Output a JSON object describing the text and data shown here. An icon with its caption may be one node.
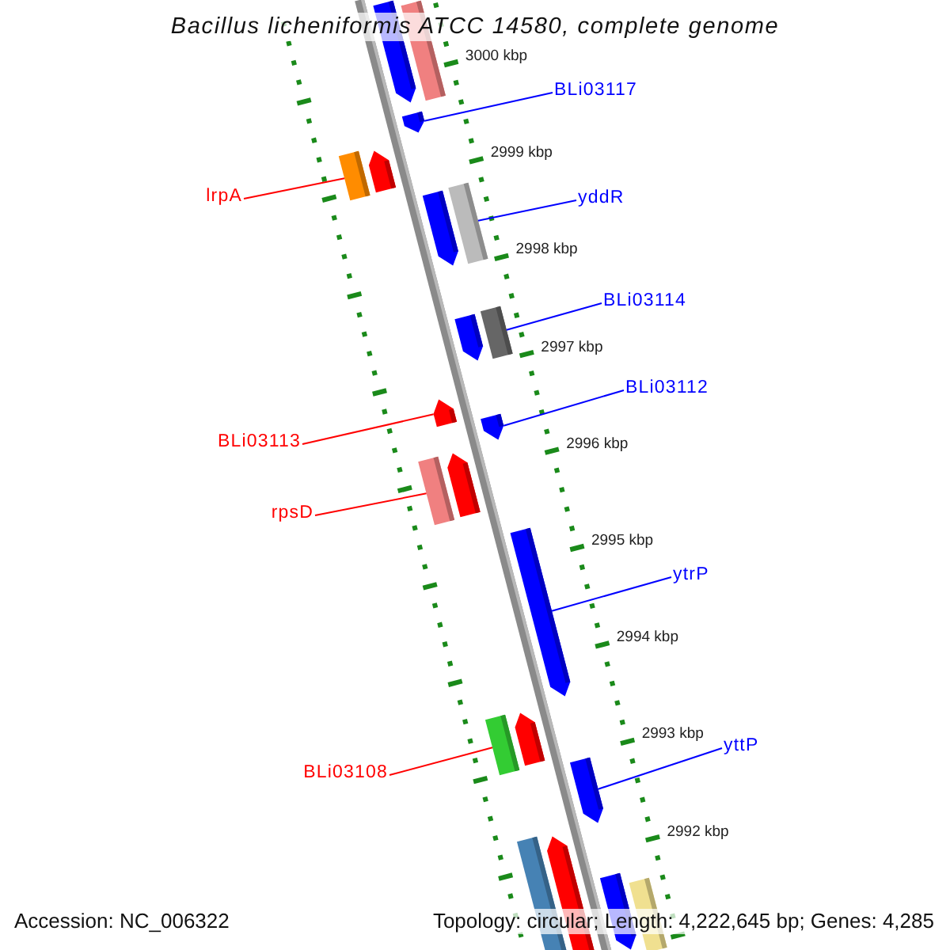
{
  "diagram": {
    "title": "Bacillus licheniformis ATCC 14580, complete genome",
    "nodes": [
      {
        "text": [
          "BLi03117"
        ]
      },
      {
        "text": [
          "lrpA"
        ]
      },
      {
        "text": [
          "yddR"
        ]
      },
      {
        "text": [
          "BLi03114"
        ]
      },
      {
        "text": [
          "BLi03112"
        ]
      },
      {
        "text": [
          "BLi03113"
        ]
      },
      {
        "text": [
          "rpsD"
        ]
      },
      {
        "text": [
          "ytrP"
        ]
      },
      {
        "text": [
          "yttP"
        ]
      },
      {
        "text": [
          "BLi03108"
        ]
      },
      {
        "text": [],
        "shape": "pentagon"
      },
      {
        "text": [],
        "shape": "bar"
      },
      {
        "text": [],
        "shape": "pentagon"
      },
      {
        "text": [],
        "shape": "pentagon"
      },
      {
        "text": [],
        "shape": "bar"
      },
      {
        "text": [],
        "shape": "bar"
      },
      {
        "text": [],
        "shape": "pentagon"
      },
      {
        "text": [],
        "shape": "bar"
      },
      {
        "text": [],
        "shape": "pentagon"
      },
      {
        "text": [],
        "shape": "pentagon"
      },
      {
        "text": [],
        "shape": "pentagon"
      },
      {
        "text": [],
        "shape": "pentagon"
      },
      {
        "text": [],
        "shape": "bar"
      },
      {
        "text": [],
        "shape": "pentagon"
      },
      {
        "text": [],
        "shape": "pentagon"
      },
      {
        "text": [],
        "shape": "bar"
      },
      {
        "text": [],
        "shape": "pentagon"
      },
      {
        "text": [],
        "shape": "pentagon"
      },
      {
        "text": [],
        "shape": "bar"
      },
      {
        "text": [],
        "shape": "pentagon"
      },
      {
        "text": [],
        "shape": "bar"
      }
    ],
    "edges": [
      {
        "from": 0,
        "to": 12,
        "arrow": "none",
        "color": "#0000ff"
      },
      {
        "from": 1,
        "to": 14,
        "arrow": "none",
        "color": "#ff0000"
      },
      {
        "from": 2,
        "to": 15,
        "arrow": "none",
        "color": "#0000ff"
      },
      {
        "from": 3,
        "to": 17,
        "arrow": "none",
        "color": "#0000ff"
      },
      {
        "from": 4,
        "to": 20,
        "arrow": "none",
        "color": "#0000ff"
      },
      {
        "from": 5,
        "to": 19,
        "arrow": "none",
        "color": "#ff0000"
      },
      {
        "from": 6,
        "to": 22,
        "arrow": "none",
        "color": "#ff0000"
      },
      {
        "from": 7,
        "to": 23,
        "arrow": "none",
        "color": "#0000ff"
      },
      {
        "from": 8,
        "to": 26,
        "arrow": "none",
        "color": "#0000ff"
      },
      {
        "from": 9,
        "to": 25,
        "arrow": "none",
        "color": "#ff0000"
      }
    ],
    "labels": [
      "3000 kbp",
      "2999 kbp",
      "2998 kbp",
      "2997 kbp",
      "2996 kbp",
      "2995 kbp",
      "2994 kbp",
      "2993 kbp",
      "2992 kbp",
      "Accession: NC_006322",
      "Topology: circular; Length: 4,222,645 bp; Genes: 4,285"
    ]
  }
}
